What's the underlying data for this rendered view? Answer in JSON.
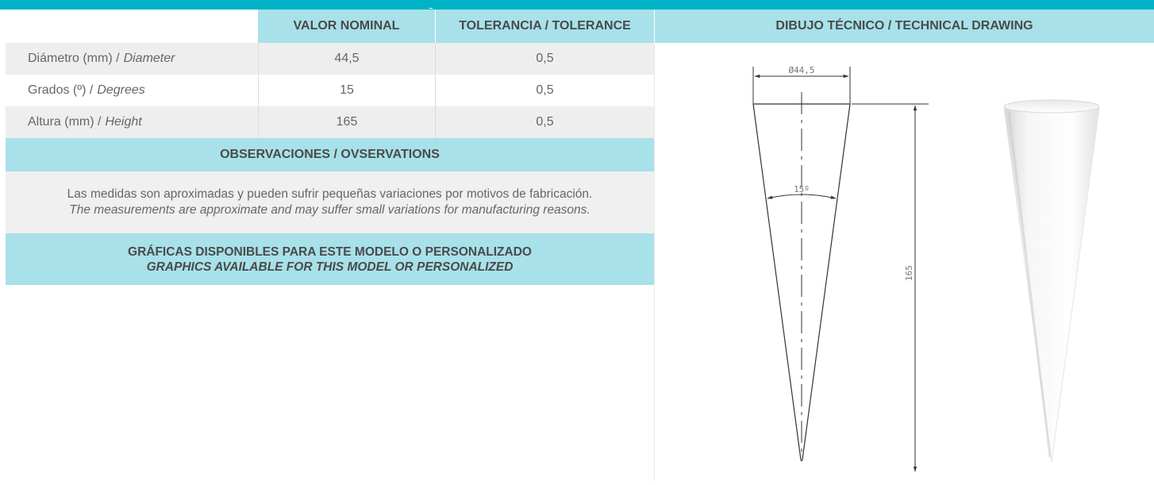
{
  "table": {
    "col_nominal": "VALOR NOMINAL",
    "col_tolerance": "TOLERANCIA / TOLERANCE",
    "rows": [
      {
        "label_es": "Diámetro (mm) /",
        "label_en": "Diameter",
        "nominal": "44,5",
        "tolerance": "0,5"
      },
      {
        "label_es": "Grados (º) /",
        "label_en": "Degrees",
        "nominal": "15",
        "tolerance": "0,5"
      },
      {
        "label_es": "Altura (mm) /",
        "label_en": "Height",
        "nominal": "165",
        "tolerance": "0,5"
      }
    ]
  },
  "observations": {
    "title": "OBSERVACIONES / OVSERVATIONS",
    "text_es": "Las medidas son aproximadas y pueden sufrir pequeñas variaciones por motivos de fabricación.",
    "text_en": "The measurements are approximate and may suffer small variations for manufacturing reasons."
  },
  "graphics": {
    "line_es": "GRÁFICAS DISPONIBLES PARA ESTE MODELO O PERSONALIZADO",
    "line_en": "GRAPHICS AVAILABLE FOR THIS MODEL OR PERSONALIZED"
  },
  "drawing": {
    "title": "DIBUJO TÉCNICO / TECHNICAL DRAWING",
    "dim_diameter": "Ø44,5",
    "dim_angle": "15º",
    "dim_height": "165"
  },
  "colors": {
    "accent_bar": "#00b3c7",
    "header_band": "#a8e1e9",
    "row_shade": "#eeeeee"
  }
}
